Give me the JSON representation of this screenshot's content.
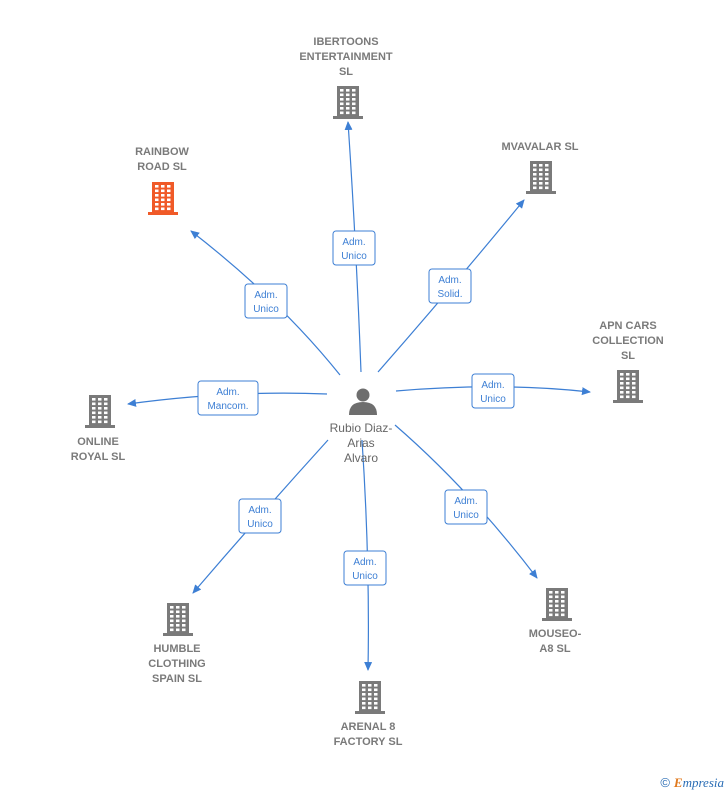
{
  "center": {
    "name_lines": [
      "Rubio Diaz-",
      "Arias",
      "Alvaro"
    ]
  },
  "companies": [
    {
      "id": "ibertoons",
      "lines": [
        "IBERTOONS",
        "ENTERTAINMENT",
        "SL"
      ],
      "highlight": false
    },
    {
      "id": "rainbow",
      "lines": [
        "RAINBOW",
        "ROAD  SL"
      ],
      "highlight": true
    },
    {
      "id": "mvavalar",
      "lines": [
        "MVAVALAR  SL"
      ],
      "highlight": false
    },
    {
      "id": "apncars",
      "lines": [
        "APN CARS",
        "COLLECTION",
        "SL"
      ],
      "highlight": false
    },
    {
      "id": "online",
      "lines": [
        "ONLINE",
        "ROYAL  SL"
      ],
      "highlight": false
    },
    {
      "id": "mouseo",
      "lines": [
        "MOUSEO-",
        "A8  SL"
      ],
      "highlight": false
    },
    {
      "id": "humble",
      "lines": [
        "HUMBLE",
        "CLOTHING",
        "SPAIN  SL"
      ],
      "highlight": false
    },
    {
      "id": "arenal",
      "lines": [
        "ARENAL 8",
        "FACTORY  SL"
      ],
      "highlight": false
    }
  ],
  "relations": [
    {
      "target": "ibertoons",
      "lines": [
        "Adm.",
        "Unico"
      ]
    },
    {
      "target": "rainbow",
      "lines": [
        "Adm.",
        "Unico"
      ]
    },
    {
      "target": "mvavalar",
      "lines": [
        "Adm.",
        "Solid."
      ]
    },
    {
      "target": "apncars",
      "lines": [
        "Adm.",
        "Unico"
      ]
    },
    {
      "target": "online",
      "lines": [
        "Adm.",
        "Mancom."
      ]
    },
    {
      "target": "mouseo",
      "lines": [
        "Adm.",
        "Unico"
      ]
    },
    {
      "target": "humble",
      "lines": [
        "Adm.",
        "Unico"
      ]
    },
    {
      "target": "arenal",
      "lines": [
        "Adm.",
        "Unico"
      ]
    }
  ],
  "colors": {
    "edge": "#3d7fd4",
    "building": "#7a7a7a",
    "building_highlight": "#f05a28",
    "person": "#6e6e6e"
  },
  "footer": {
    "copyright": "©",
    "brand_first": "E",
    "brand_rest": "mpresia"
  }
}
